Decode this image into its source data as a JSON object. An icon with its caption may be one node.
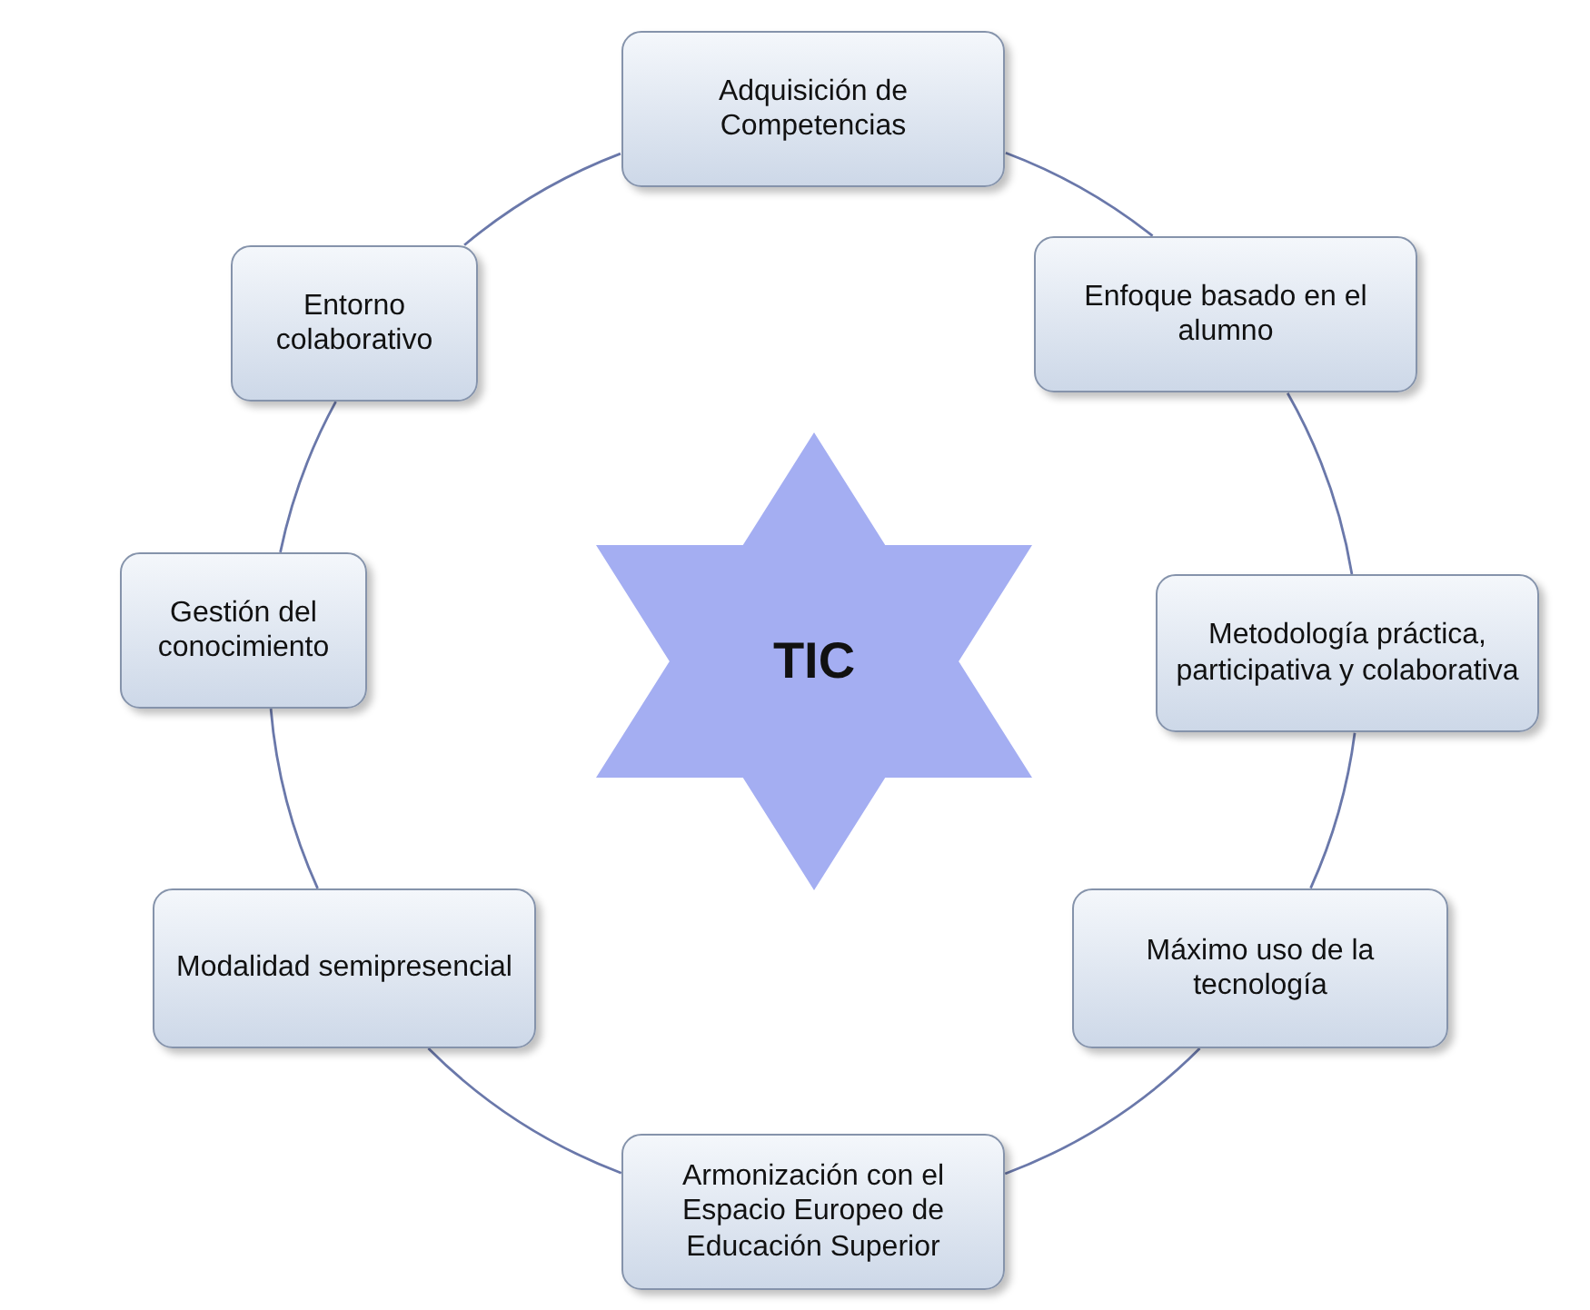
{
  "diagram": {
    "nodes": [
      {
        "text": [
          "Adquisición de Competencias"
        ]
      },
      {
        "text": [
          "Entorno colaborativo"
        ]
      },
      {
        "text": [
          "Enfoque basado en el alumno"
        ]
      },
      {
        "text": [
          "Gestión del conocimiento"
        ]
      },
      {
        "text": [
          "TIC"
        ]
      },
      {
        "text": [
          "Metodología práctica, participativa y colaborativa"
        ]
      },
      {
        "text": [
          "Modalidad semipresencial"
        ]
      },
      {
        "text": [
          "Máximo uso de la tecnología"
        ]
      },
      {
        "text": [
          "Armonización con el Espacio Europeo de Educación Superior"
        ]
      }
    ],
    "edges": [
      {
        "from": 0,
        "to": 2,
        "arrow": "none"
      },
      {
        "from": 2,
        "to": 5,
        "arrow": "none"
      },
      {
        "from": 5,
        "to": 7,
        "arrow": "none"
      },
      {
        "from": 7,
        "to": 8,
        "arrow": "none"
      },
      {
        "from": 8,
        "to": 6,
        "arrow": "none"
      },
      {
        "from": 6,
        "to": 3,
        "arrow": "none"
      },
      {
        "from": 3,
        "to": 1,
        "arrow": "none"
      },
      {
        "from": 1,
        "to": 0,
        "arrow": "none"
      }
    ]
  }
}
